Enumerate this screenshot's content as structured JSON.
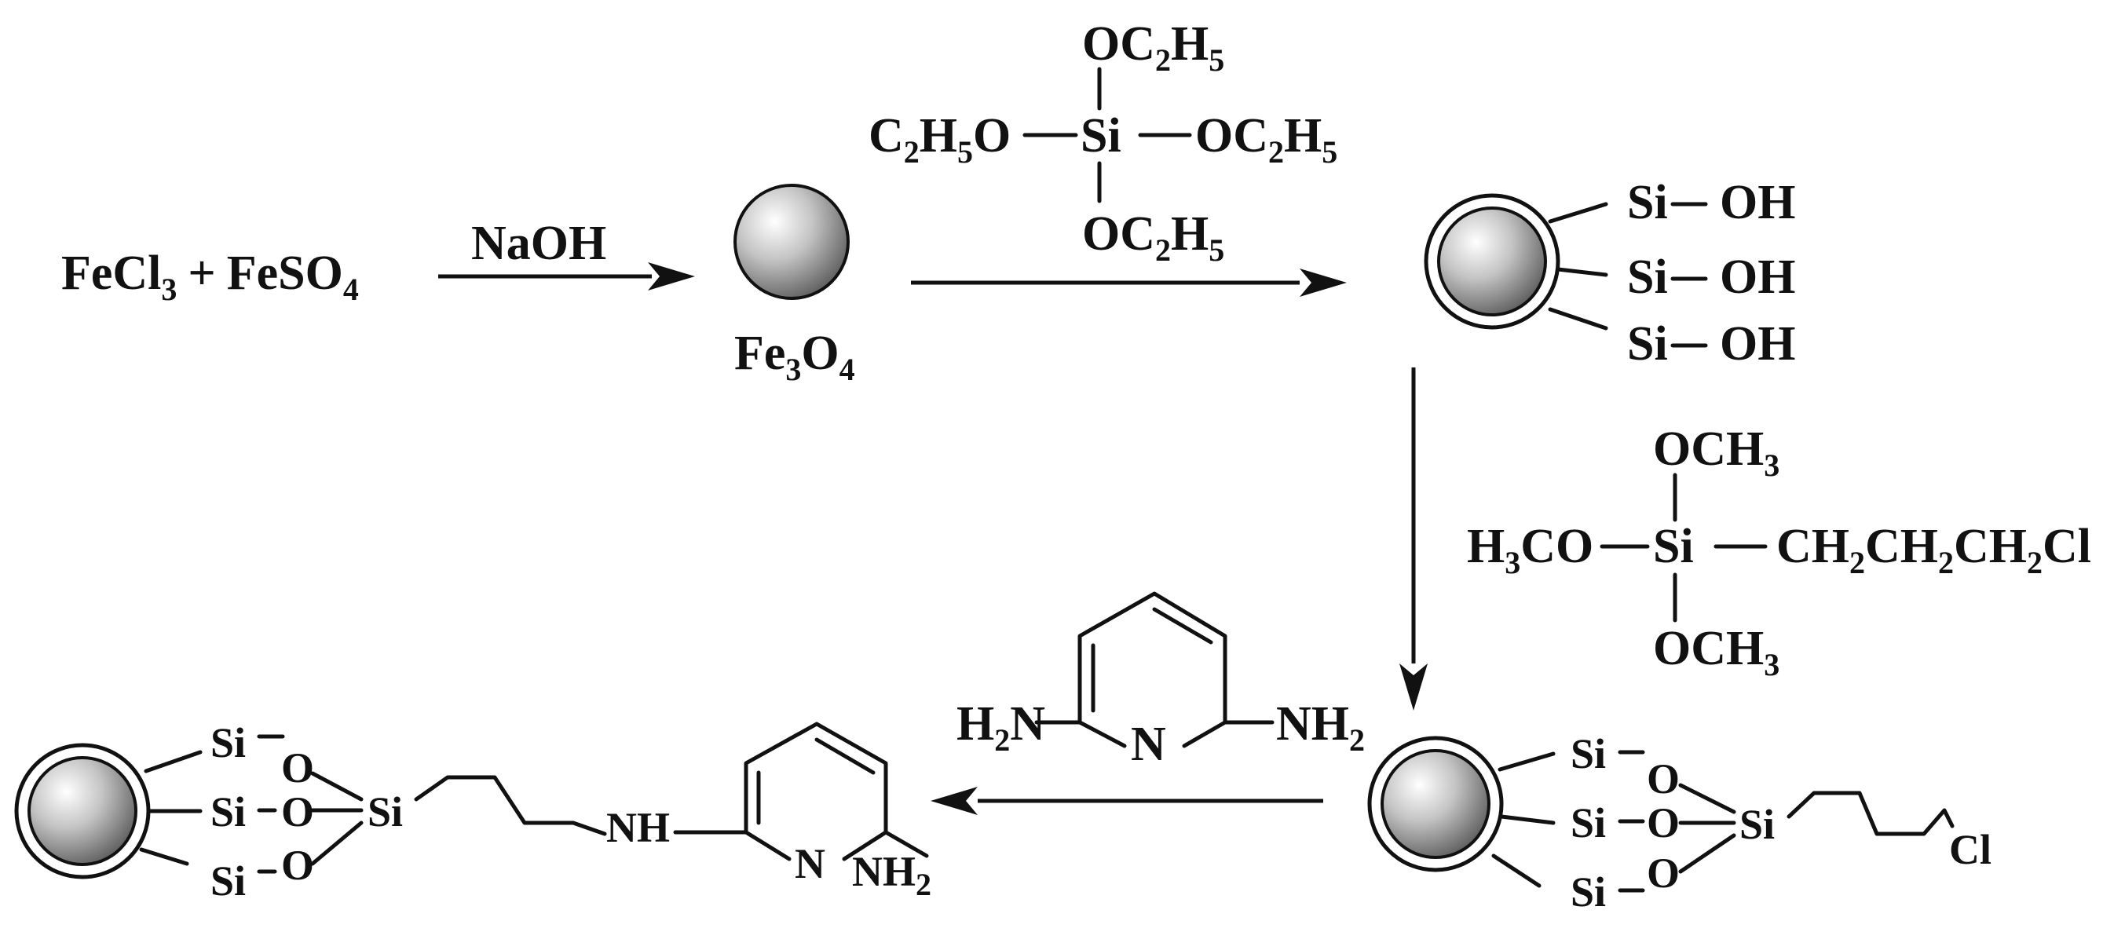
{
  "reactants": {
    "fecl": "FeCl",
    "fecl_sub": "3",
    "plus": "+",
    "feso": "FeSO",
    "feso_sub": "4"
  },
  "step1": {
    "reagent": "NaOH"
  },
  "magnetite": {
    "fe": "Fe",
    "fe_sub": "3",
    "o": "O",
    "o_sub": "4"
  },
  "teos": {
    "oc": "OC",
    "two": "2",
    "h": "H",
    "five": "5",
    "c": "C",
    "h5o": "H",
    "o": "O",
    "si": "Si"
  },
  "silanol": {
    "si": "Si",
    "oh": "OH"
  },
  "cptms": {
    "h": "H",
    "three": "3",
    "co": "CO",
    "si": "Si",
    "och": "OCH",
    "ch": "CH",
    "two": "2",
    "cl": "Cl"
  },
  "chloropropyl": {
    "si": "Si",
    "o": "O",
    "cl": "Cl"
  },
  "diaminopyridine": {
    "h": "H",
    "two": "2",
    "n": "N",
    "nh": "NH"
  },
  "product": {
    "si": "Si",
    "o": "O",
    "nh": "NH",
    "n": "N",
    "nh2": "NH",
    "two": "2"
  },
  "colors": {
    "ink": "#111111",
    "sphere_highlight": "#ffffff",
    "sphere_mid": "#c4c4c4",
    "sphere_dark": "#5a5a5a"
  }
}
